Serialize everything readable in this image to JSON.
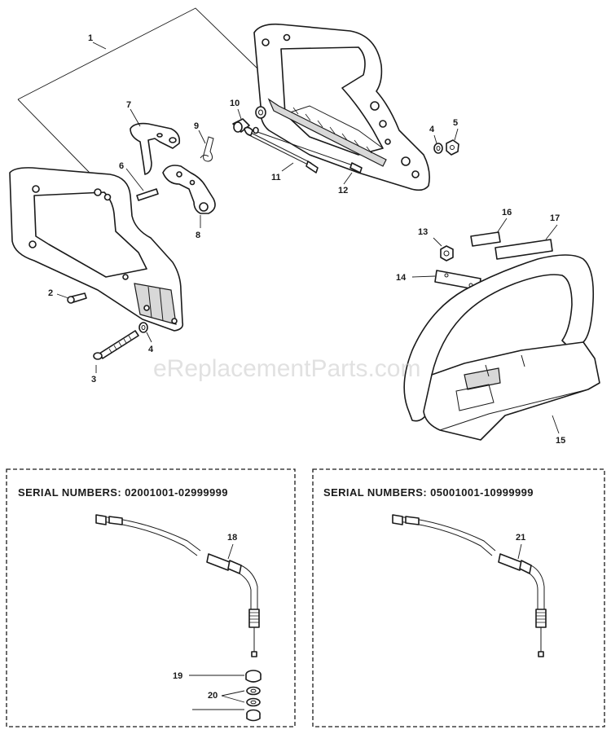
{
  "watermark": "eReplacementParts.com",
  "callouts": {
    "c1": "1",
    "c2": "2",
    "c3": "3",
    "c4a": "4",
    "c4b": "4",
    "c5": "5",
    "c6": "6",
    "c7": "7",
    "c8": "8",
    "c9": "9",
    "c10": "10",
    "c11": "11",
    "c12": "12",
    "c13": "13",
    "c14": "14",
    "c15": "15",
    "c16": "16",
    "c17": "17",
    "c18": "18",
    "c19": "19",
    "c20": "20",
    "c21": "21"
  },
  "boxes": {
    "left": {
      "title": "SERIAL NUMBERS: 02001001-02999999"
    },
    "right": {
      "title": "SERIAL NUMBERS: 05001001-10999999"
    }
  },
  "colors": {
    "line": "#1a1a1a",
    "shade": "#d8d8d8",
    "watermark": "#c9c9c9"
  }
}
